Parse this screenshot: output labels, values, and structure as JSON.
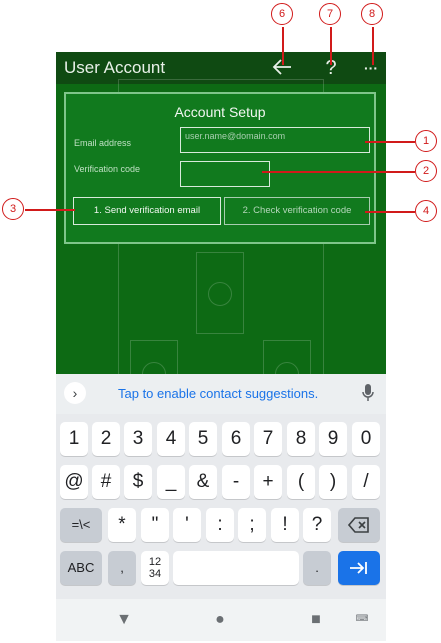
{
  "app": {
    "title": "User Account"
  },
  "header": {
    "back_icon": "arrow-left-icon",
    "help_label": "?",
    "more_label": "···"
  },
  "dialog": {
    "heading": "Account Setup",
    "email_label": "Email address",
    "email_placeholder": "user.name@domain.com",
    "code_label": "Verification code",
    "code_value": "",
    "send_button": "1. Send verification email",
    "check_button": "2. Check verification code"
  },
  "keyboard": {
    "suggestion_text": "Tap to enable contact suggestions.",
    "row1": [
      "1",
      "2",
      "3",
      "4",
      "5",
      "6",
      "7",
      "8",
      "9",
      "0"
    ],
    "row2": [
      "@",
      "#",
      "$",
      "_",
      "&",
      "-",
      "+",
      "(",
      ")",
      "/"
    ],
    "row3": [
      "=\\<",
      "*",
      "\"",
      "'",
      ":",
      ";",
      "!",
      "?"
    ],
    "abc_label": "ABC",
    "comma_label": ",",
    "numpad_top": "12",
    "numpad_bottom": "34",
    "period_label": "."
  },
  "callouts": [
    "1",
    "2",
    "3",
    "4",
    "6",
    "7",
    "8"
  ],
  "colors": {
    "callout_red": "#d11a1a",
    "app_green": "#0b5a12",
    "keyboard_accent": "#1a73e8"
  }
}
